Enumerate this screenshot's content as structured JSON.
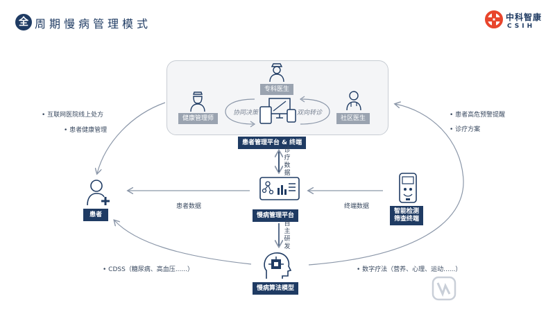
{
  "header": {
    "title_first": "全",
    "title_rest": "周期慢病管理模式"
  },
  "logo": {
    "name": "中科智康",
    "sub": "CSIH"
  },
  "panel": {
    "specialist": "专科医生",
    "health_manager": "健康管理师",
    "community_doctor": "社区医生",
    "collab": "协同决策",
    "referral": "双向转诊",
    "label": "患者管理平台 & 终端"
  },
  "nodes": {
    "patient": "患者",
    "platform": "慢病管理平台",
    "device": "智能检测\n筛查终端",
    "algorithm": "慢病算法模型"
  },
  "notes": {
    "left_top": [
      "互联网医院线上处方",
      "患者健康管理"
    ],
    "right_top": [
      "患者高危预警提醒",
      "诊疗方案"
    ],
    "patient_data": "患者数据",
    "terminal_data": "终端数据",
    "diag_data": "诊疗数据",
    "self_dev": "自主研发",
    "cdss": "CDSS（糖尿病、高血压......）",
    "digital": "数字疗法（营养、心理、运动......）"
  },
  "colors": {
    "navy": "#1f3b63",
    "grey_tag": "#9aa3b0",
    "logo_red": "#e8452c",
    "arrow": "#8a96a8"
  }
}
